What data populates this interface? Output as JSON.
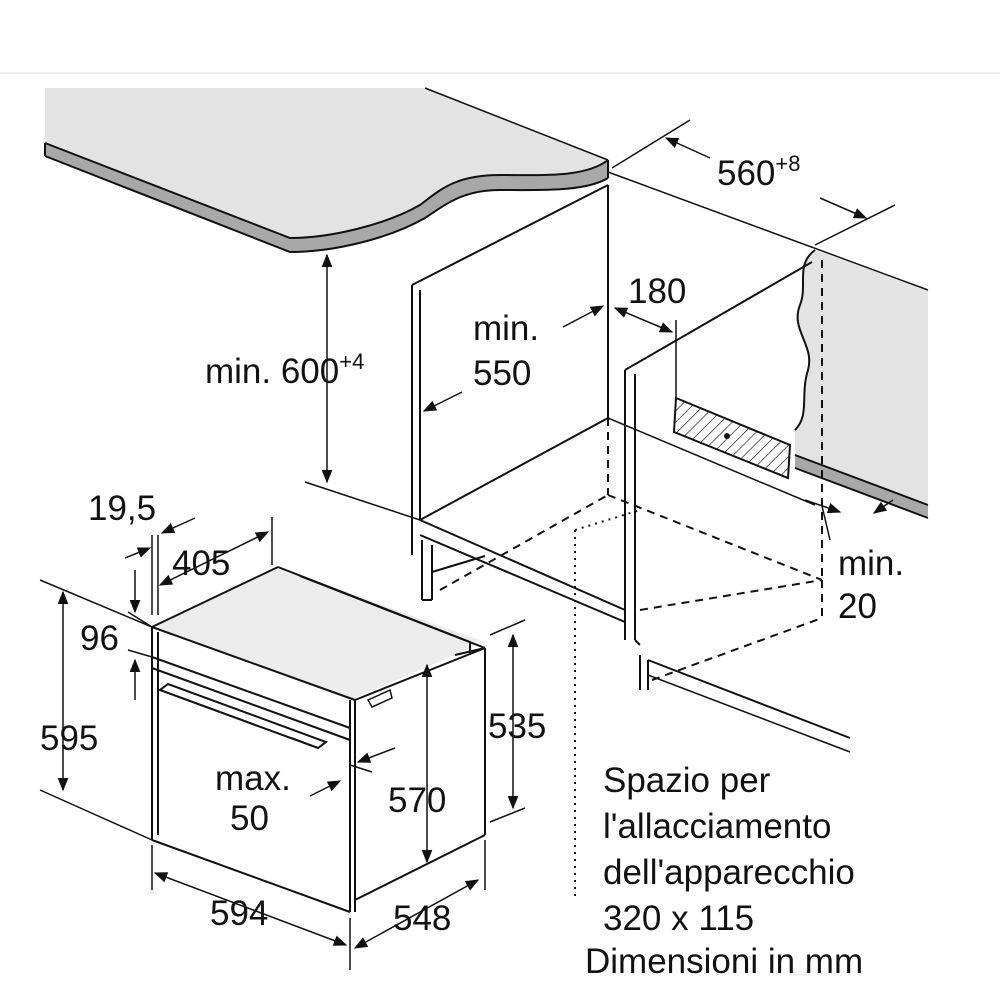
{
  "colors": {
    "background": "#ffffff",
    "line": "#111111",
    "countertop": "#e3e3e3",
    "panel_edge": "#a8a8a8",
    "oven_top": "#ececec"
  },
  "dimensions": {
    "width_niche": {
      "value": "560",
      "tolerance": "+8"
    },
    "height_niche": {
      "prefix": "min. 600",
      "tolerance": "+4"
    },
    "depth_min_label": "min.",
    "depth_min_value": "550",
    "vent": "180",
    "gap_min_label": "min.",
    "gap_min_value": "20",
    "front_thickness": "19,5",
    "top_offset": "405",
    "panel_height": "96",
    "oven_height": "595",
    "body_height": "535",
    "inner_height": "570",
    "max_label": "max.",
    "max_value": "50",
    "oven_width": "594",
    "oven_depth": "548"
  },
  "notes": {
    "connection_line1": "Spazio per",
    "connection_line2": "l'allacciamento",
    "connection_line3": "dell'apparecchio",
    "connection_size": "320 x 115",
    "units": "Dimensioni in mm"
  }
}
